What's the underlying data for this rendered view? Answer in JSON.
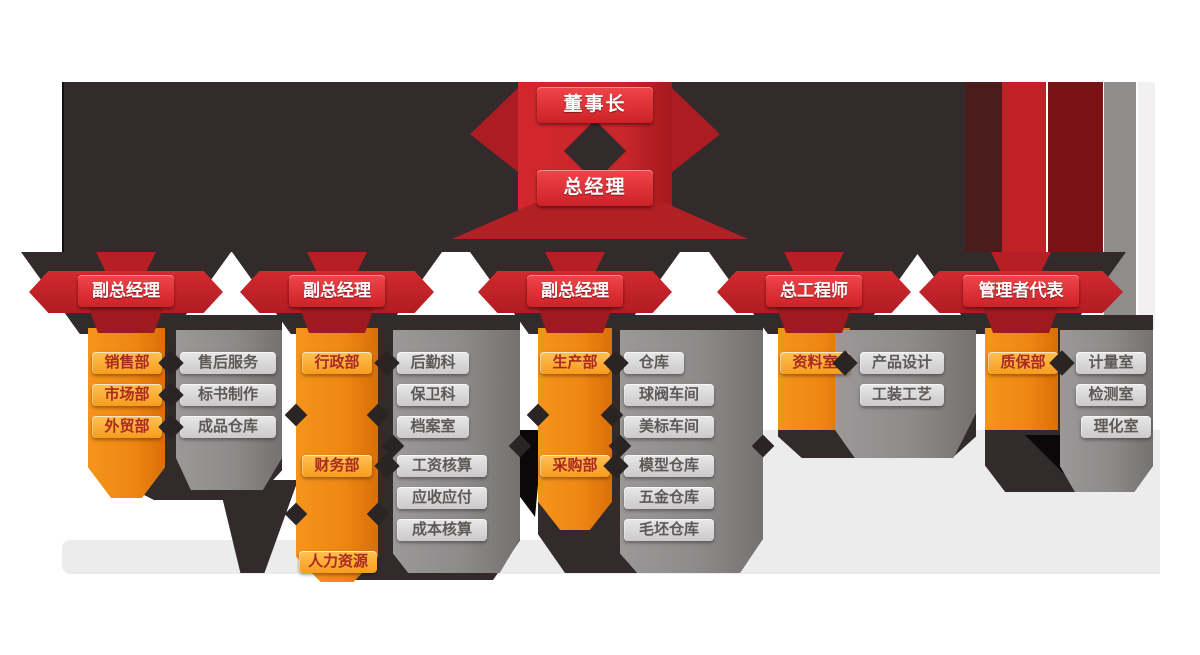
{
  "org": {
    "chairman": "董事长",
    "general_manager": "总经理",
    "executives": [
      {
        "label": "副总经理"
      },
      {
        "label": "副总经理"
      },
      {
        "label": "副总经理"
      },
      {
        "label": "总工程师"
      },
      {
        "label": "管理者代表"
      }
    ],
    "columns": [
      {
        "departments": [
          "销售部",
          "市场部",
          "外贸部"
        ],
        "sections": [
          "售后服务",
          "标书制作",
          "成品仓库"
        ]
      },
      {
        "departments": [
          "行政部",
          "财务部",
          "人力资源"
        ],
        "sections": [
          "后勤科",
          "保卫科",
          "档案室",
          "工资核算",
          "应收应付",
          "成本核算"
        ]
      },
      {
        "departments": [
          "生产部",
          "采购部"
        ],
        "sections": [
          "仓库",
          "球阀车间",
          "美标车间",
          "模型仓库",
          "五金仓库",
          "毛坯仓库"
        ]
      },
      {
        "departments": [
          "资料室"
        ],
        "sections": [
          "产品设计",
          "工装工艺"
        ]
      },
      {
        "departments": [
          "质保部"
        ],
        "sections": [
          "计量室",
          "检测室",
          "理化室"
        ]
      }
    ],
    "colors": {
      "red": "#c7262b",
      "red_light": "#ef464b",
      "red_dark": "#9e1a1f",
      "orange": "#ee8613",
      "orange_light": "#ffc155",
      "gray": "#8d8a8a",
      "gray_light": "#e9e8e8",
      "shadow": "#332b2b",
      "background": "#ffffff"
    }
  }
}
